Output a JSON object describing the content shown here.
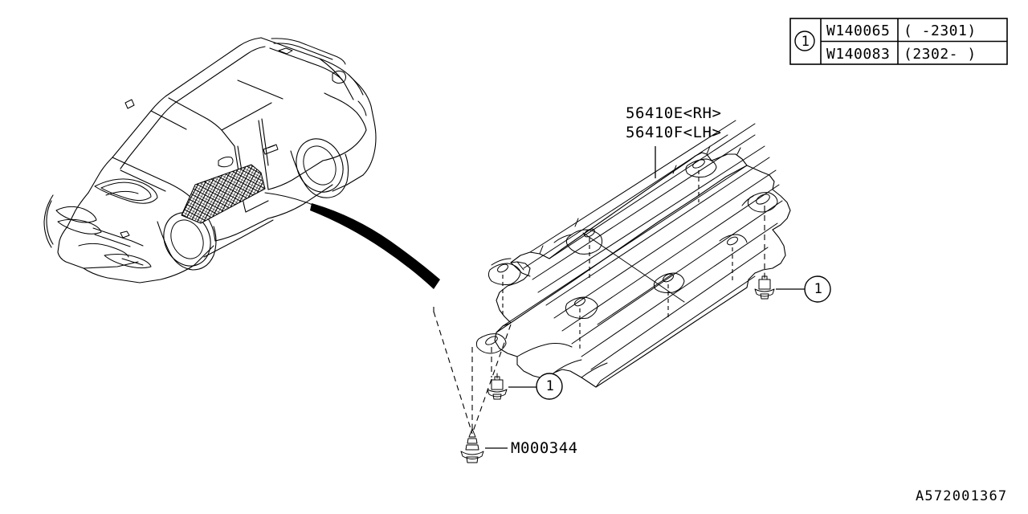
{
  "diagram": {
    "id_code": "A572001367",
    "vehicle_illustration_name": "subaru-wagon-outline",
    "highlight_region_name": "side-under-cover-hatched-area"
  },
  "part_labels": {
    "undercover_rh": "56410E<RH>",
    "undercover_lh": "56410F<LH>",
    "clip": "M000344"
  },
  "callouts": [
    {
      "ref": "1",
      "position": "right"
    },
    {
      "ref": "1",
      "position": "bottom-left"
    }
  ],
  "reference_table": {
    "ref_marker": "1",
    "rows": [
      {
        "part_number": "W140065",
        "applicability": "( -2301)"
      },
      {
        "part_number": "W140083",
        "applicability": "(2302- )"
      }
    ]
  },
  "colors": {
    "line": "#000000",
    "background": "#ffffff"
  }
}
